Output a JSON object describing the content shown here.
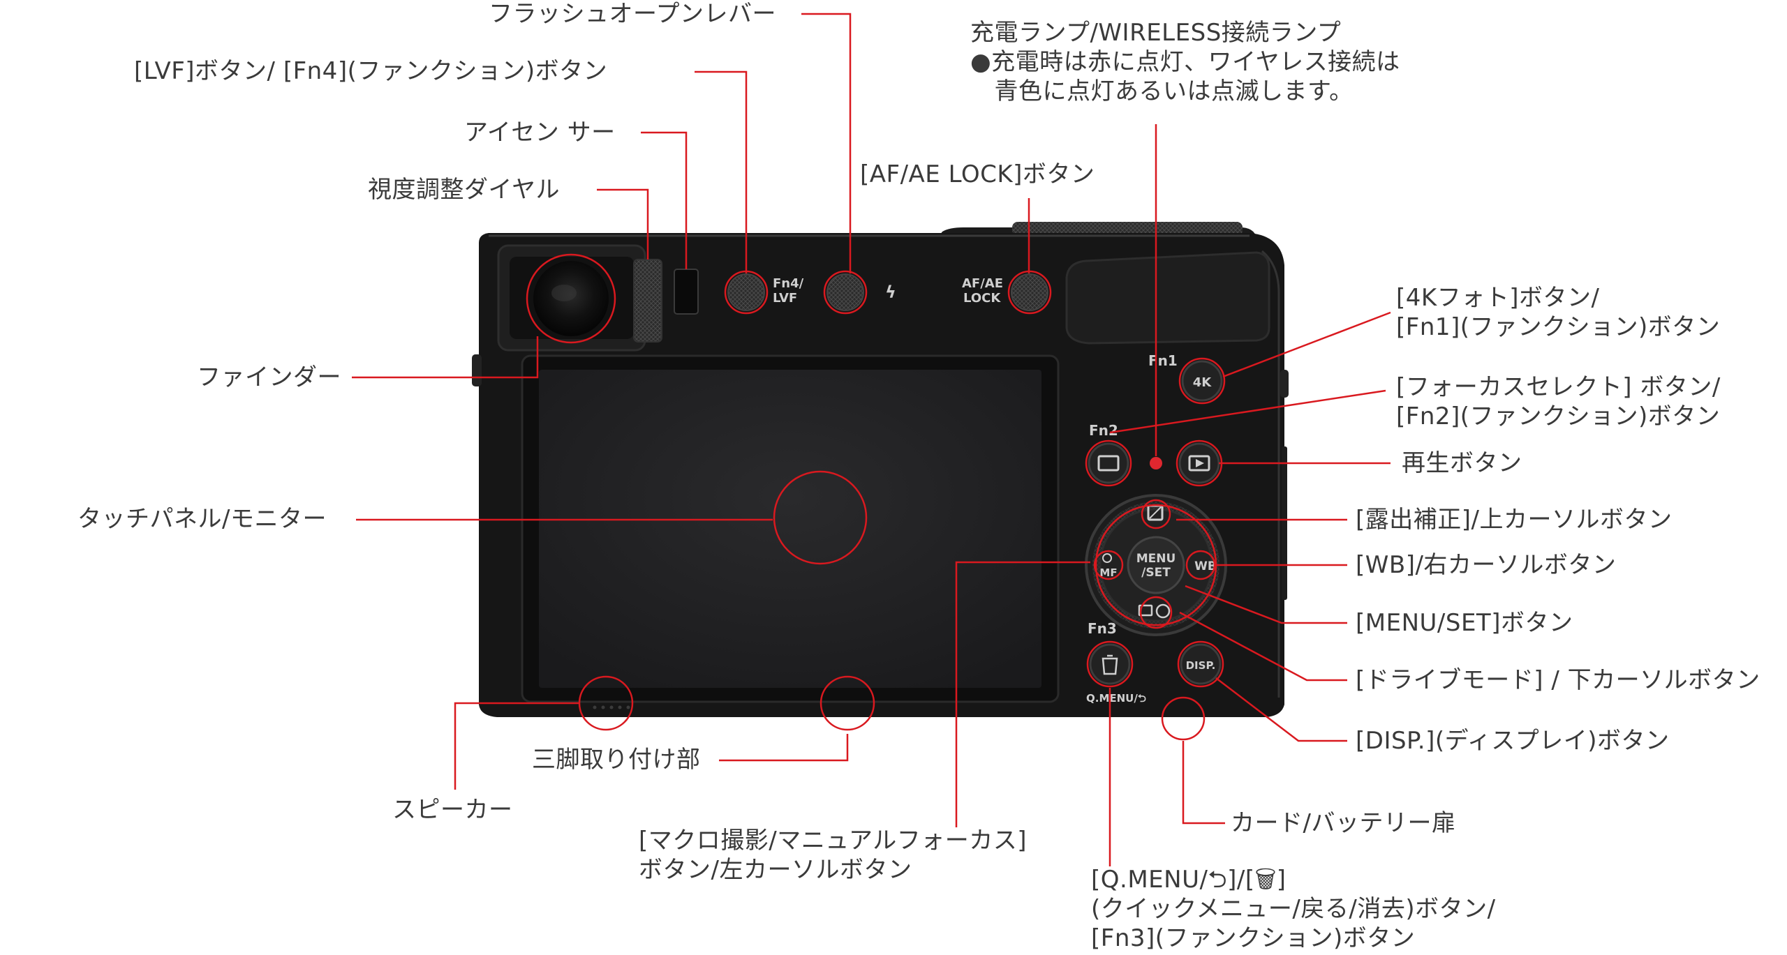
{
  "colors": {
    "leader": "#d9191f",
    "label_text": "#3a3a3a",
    "camera_body": "#161616"
  },
  "camera": {
    "fn4_lvf": [
      "Fn4/",
      "LVF"
    ],
    "flash_symbol": "ϟ",
    "af_ae_lock": [
      "AF/AE",
      "LOCK"
    ],
    "fn1": "Fn1",
    "fn2": "Fn2",
    "fn3": "Fn3",
    "menu_set": [
      "MENU",
      "/SET"
    ],
    "wb": "WB",
    "mf": "MF",
    "disp": "DISP.",
    "qmenu": "Q.MENU/⮌",
    "k4": "4K"
  },
  "labels": {
    "flash_lever": "フラッシュオープンレバー",
    "lvf_button": "[LVF]ボタン/ [Fn4](ファンクション)ボタン",
    "eye_sensor": "アイセン サー",
    "diopter": "視度調整ダイヤル",
    "charge_lamp": [
      "充電ランプ/WIRELESS接続ランプ",
      "●充電時は赤に点灯、ワイヤレス接続は",
      "　青色に点灯あるいは点滅します。"
    ],
    "af_ae_lock": "[AF/AE LOCK]ボタン",
    "photo_4k": [
      "[4Kフォト]ボタン/",
      "[Fn1](ファンクション)ボタン"
    ],
    "finder": "ファインダー",
    "focus_select": [
      "[フォーカスセレクト] ボタン/",
      "[Fn2](ファンクション)ボタン"
    ],
    "playback": "再生ボタン",
    "touch_panel": "タッチパネル/モニター",
    "exposure_up": "[露出補正]/上カーソルボタン",
    "wb_right": "[WB]/右カーソルボタン",
    "menu_set": "[MENU/SET]ボタン",
    "drive_down": "[ドライブモード] / 下カーソルボタン",
    "disp": "[DISP.](ディスプレイ)ボタン",
    "tripod": "三脚取り付け部",
    "speaker": "スピーカー",
    "card_door": "カード/バッテリー扉",
    "macro_left": [
      "[マクロ撮影/マニュアルフォーカス]",
      "ボタン/左カーソルボタン"
    ],
    "qmenu_fn3": [
      "[Q.MENU/⮌]/[🗑]",
      "(クイックメニュー/戻る/消去)ボタン/",
      "[Fn3](ファンクション)ボタン"
    ]
  }
}
